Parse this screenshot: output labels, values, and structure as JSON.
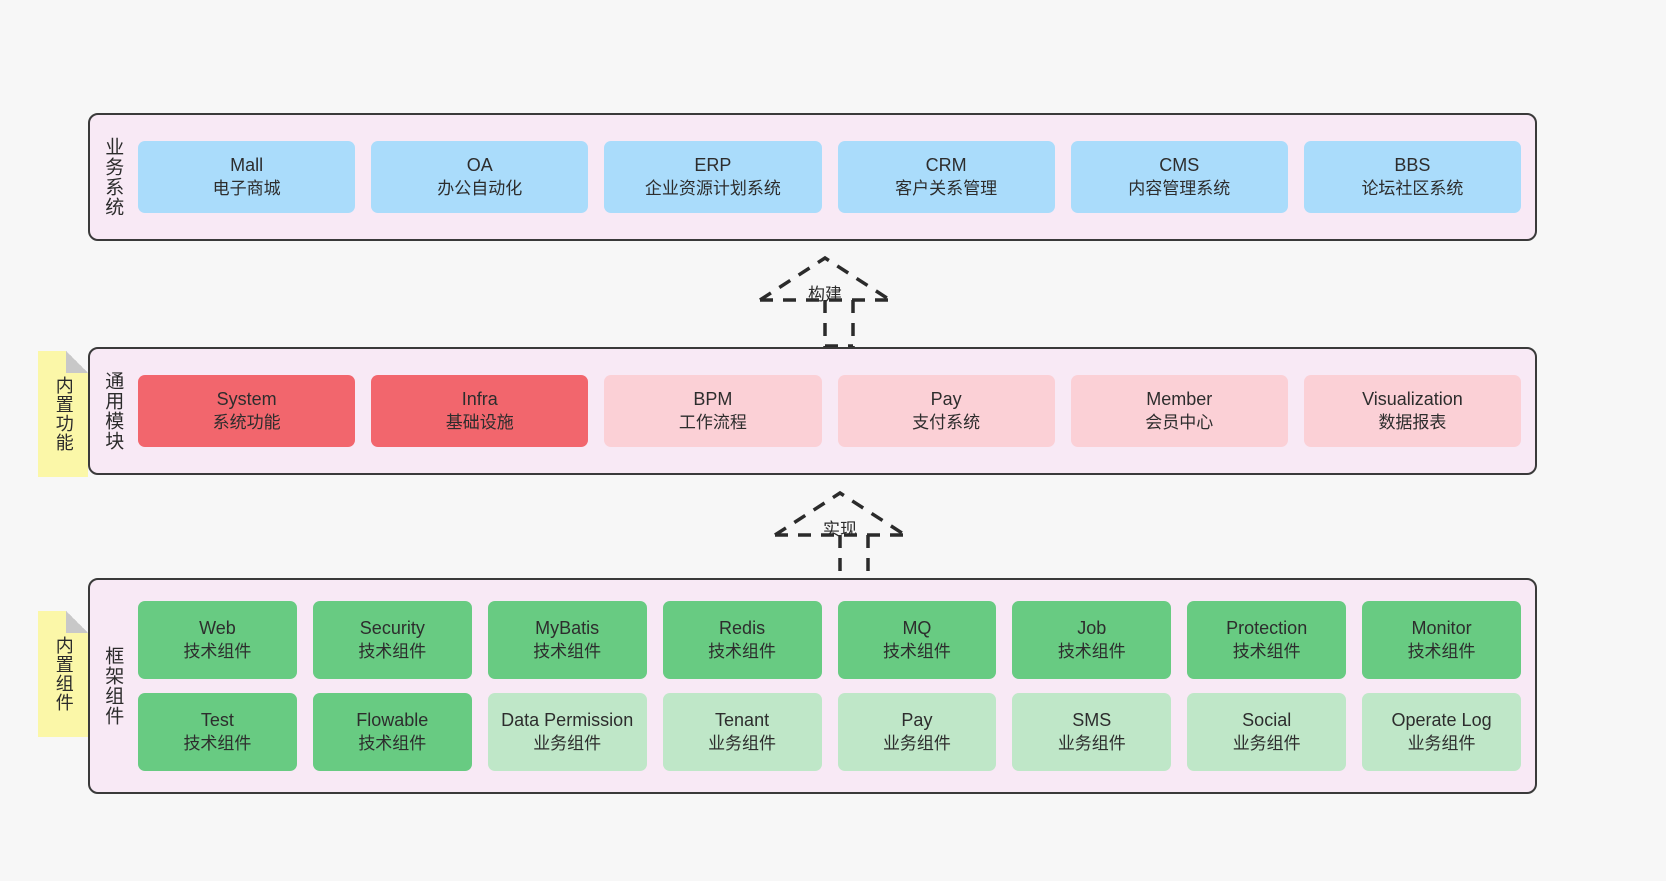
{
  "theme": {
    "background": "#f7f7f7",
    "panel_bg": "#f8e9f5",
    "panel_border": "#3a3a3a",
    "note_bg": "#fbf7a8",
    "blue": "#aadcfb",
    "red": "#f2666d",
    "pink": "#fbd0d6",
    "green": "#68cb82",
    "light_green": "#bfe7c8"
  },
  "notes": [
    {
      "text": "内置功能"
    },
    {
      "text": "内置组件"
    }
  ],
  "connectors": [
    {
      "label": "构建",
      "style": "dashed-generalization"
    },
    {
      "label": "实现",
      "style": "dashed-generalization"
    }
  ],
  "layers": [
    {
      "label": "业务系统",
      "rows": [
        {
          "cards": [
            {
              "title": "Mall",
              "subtitle": "电子商城",
              "color": "blue"
            },
            {
              "title": "OA",
              "subtitle": "办公自动化",
              "color": "blue"
            },
            {
              "title": "ERP",
              "subtitle": "企业资源计划系统",
              "color": "blue"
            },
            {
              "title": "CRM",
              "subtitle": "客户关系管理",
              "color": "blue"
            },
            {
              "title": "CMS",
              "subtitle": "内容管理系统",
              "color": "blue"
            },
            {
              "title": "BBS",
              "subtitle": "论坛社区系统",
              "color": "blue"
            }
          ]
        }
      ]
    },
    {
      "label": "通用模块",
      "rows": [
        {
          "cards": [
            {
              "title": "System",
              "subtitle": "系统功能",
              "color": "red"
            },
            {
              "title": "Infra",
              "subtitle": "基础设施",
              "color": "red"
            },
            {
              "title": "BPM",
              "subtitle": "工作流程",
              "color": "pink"
            },
            {
              "title": "Pay",
              "subtitle": "支付系统",
              "color": "pink"
            },
            {
              "title": "Member",
              "subtitle": "会员中心",
              "color": "pink"
            },
            {
              "title": "Visualization",
              "subtitle": "数据报表",
              "color": "pink"
            }
          ]
        }
      ]
    },
    {
      "label": "框架组件",
      "rows": [
        {
          "cards": [
            {
              "title": "Web",
              "subtitle": "技术组件",
              "color": "green"
            },
            {
              "title": "Security",
              "subtitle": "技术组件",
              "color": "green"
            },
            {
              "title": "MyBatis",
              "subtitle": "技术组件",
              "color": "green"
            },
            {
              "title": "Redis",
              "subtitle": "技术组件",
              "color": "green"
            },
            {
              "title": "MQ",
              "subtitle": "技术组件",
              "color": "green"
            },
            {
              "title": "Job",
              "subtitle": "技术组件",
              "color": "green"
            },
            {
              "title": "Protection",
              "subtitle": "技术组件",
              "color": "green"
            },
            {
              "title": "Monitor",
              "subtitle": "技术组件",
              "color": "green"
            }
          ]
        },
        {
          "cards": [
            {
              "title": "Test",
              "subtitle": "技术组件",
              "color": "green"
            },
            {
              "title": "Flowable",
              "subtitle": "技术组件",
              "color": "green"
            },
            {
              "title": "Data Permission",
              "subtitle": "业务组件",
              "color": "lightgreen"
            },
            {
              "title": "Tenant",
              "subtitle": "业务组件",
              "color": "lightgreen"
            },
            {
              "title": "Pay",
              "subtitle": "业务组件",
              "color": "lightgreen"
            },
            {
              "title": "SMS",
              "subtitle": "业务组件",
              "color": "lightgreen"
            },
            {
              "title": "Social",
              "subtitle": "业务组件",
              "color": "lightgreen"
            },
            {
              "title": "Operate Log",
              "subtitle": "业务组件",
              "color": "lightgreen"
            }
          ]
        }
      ]
    }
  ]
}
